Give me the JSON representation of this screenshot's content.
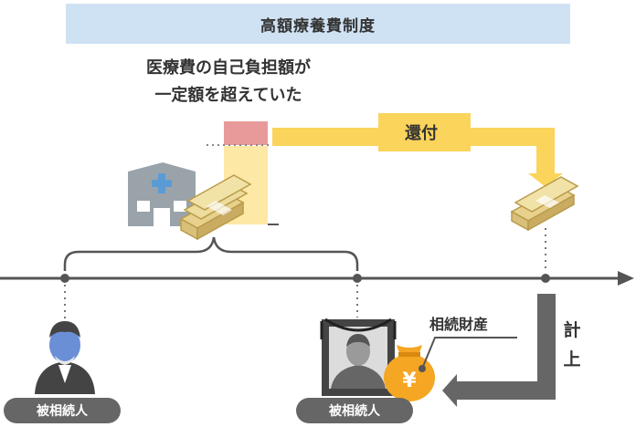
{
  "title": "高額療養費制度",
  "note": {
    "line1": "医療費の自己負担額が",
    "line2": "一定額を超えていた"
  },
  "refund_label": "還付",
  "estate_label": "相続財産",
  "count_label": {
    "line1": "計",
    "line2": "上"
  },
  "person_labels": [
    "被相続人",
    "被相続人"
  ],
  "icons": [
    "hospital-icon",
    "money-bundle-icon",
    "money-bag-yen-icon",
    "person-icon",
    "memorial-portrait-icon"
  ],
  "colors": {
    "banner": "#cfe2f3",
    "arrow_yellow": "#fbd45c",
    "excess_pink": "#e89a9a",
    "pale_yellow": "#fde8a6",
    "timeline": "#555555",
    "estate_arrow": "#666666",
    "coin_orange": "#f5a623"
  }
}
